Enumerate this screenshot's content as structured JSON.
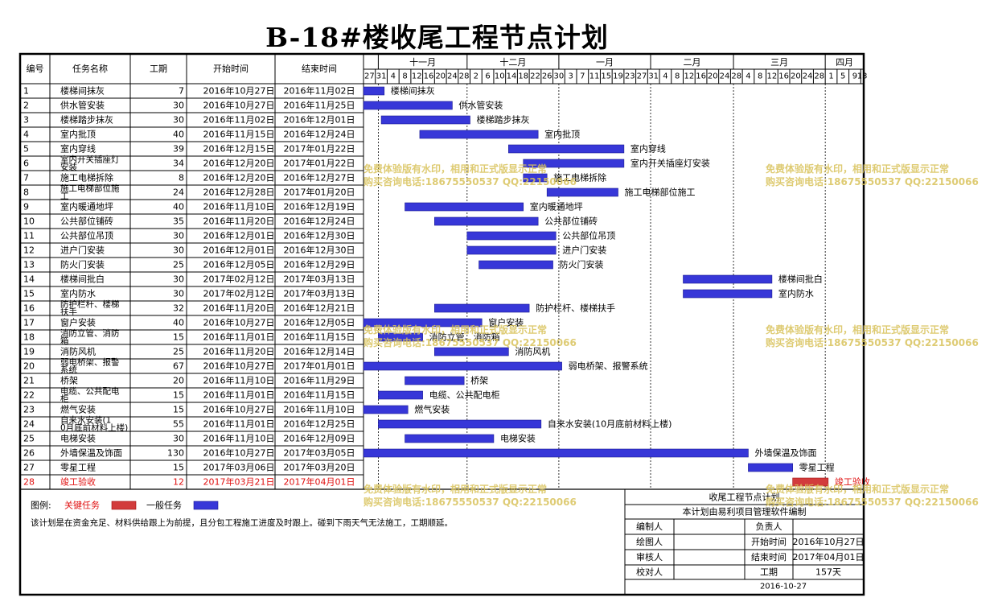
{
  "title": "B-18#楼收尾工程节点计划",
  "colors": {
    "normal_bar": "#3737d8",
    "critical_bar": "#d23c3c",
    "critical_text": "#e01010",
    "watermark": "#d8c25a"
  },
  "watermark": {
    "line1": "免费体验版有水印，相用和正式版显示正常",
    "line2": "购买咨询电话:18675550537 QQ:22150066"
  },
  "table": {
    "columns": [
      "编号",
      "任务名称",
      "工期",
      "开始时间",
      "结束时间"
    ]
  },
  "timeline": {
    "months": [
      "十一月",
      "十二月",
      "一月",
      "二月",
      "三月",
      "四月"
    ],
    "day_ticks": [
      "27",
      "31",
      "4",
      "8",
      "12",
      "16",
      "20",
      "24",
      "28",
      "2",
      "6",
      "10",
      "14",
      "18",
      "22",
      "26",
      "30",
      "3",
      "7",
      "11",
      "15",
      "19",
      "23",
      "27",
      "31",
      "4",
      "8",
      "12",
      "16",
      "20",
      "24",
      "28",
      "4",
      "8",
      "12",
      "16",
      "20",
      "24",
      "28",
      "1",
      "5",
      "9",
      "13"
    ]
  },
  "chart_data": {
    "type": "gantt",
    "title": "B-18#楼收尾工程节点计划",
    "x_range": [
      "2016-10-27",
      "2017-04-14"
    ],
    "tasks": [
      {
        "id": "1",
        "name": "楼梯间抹灰",
        "duration": 7,
        "start": "2016年10月27日",
        "end": "2016年11月02日",
        "label": "楼梯间抹灰",
        "critical": false
      },
      {
        "id": "2",
        "name": "供水管安装",
        "duration": 30,
        "start": "2016年10月27日",
        "end": "2016年11月25日",
        "label": "供水管安装",
        "critical": false
      },
      {
        "id": "3",
        "name": "楼梯踏步抹灰",
        "duration": 30,
        "start": "2016年11月02日",
        "end": "2016年12月01日",
        "label": "楼梯踏步抹灰",
        "critical": false
      },
      {
        "id": "4",
        "name": "室内批顶",
        "duration": 40,
        "start": "2016年11月15日",
        "end": "2016年12月24日",
        "label": "室内批顶",
        "critical": false
      },
      {
        "id": "5",
        "name": "室内穿线",
        "duration": 39,
        "start": "2016年12月15日",
        "end": "2017年01月22日",
        "label": "室内穿线",
        "critical": false
      },
      {
        "id": "6",
        "name": "室内开关插座灯安装",
        "duration": 34,
        "start": "2016年12月20日",
        "end": "2017年01月22日",
        "label": "室内开关插座灯安装",
        "critical": false
      },
      {
        "id": "7",
        "name": "施工电梯拆除",
        "duration": 8,
        "start": "2016年12月20日",
        "end": "2016年12月27日",
        "label": "施工电梯拆除",
        "critical": false
      },
      {
        "id": "8",
        "name": "施工电梯部位施工",
        "duration": 24,
        "start": "2016年12月28日",
        "end": "2017年01月20日",
        "label": "施工电梯部位施工",
        "critical": false
      },
      {
        "id": "9",
        "name": "室内暖通地坪",
        "duration": 40,
        "start": "2016年11月10日",
        "end": "2016年12月19日",
        "label": "室内暖通地坪",
        "critical": false
      },
      {
        "id": "10",
        "name": "公共部位铺砖",
        "duration": 35,
        "start": "2016年11月20日",
        "end": "2016年12月24日",
        "label": "公共部位铺砖",
        "critical": false
      },
      {
        "id": "11",
        "name": "公共部位吊顶",
        "duration": 30,
        "start": "2016年12月01日",
        "end": "2016年12月30日",
        "label": "公共部位吊顶",
        "critical": false
      },
      {
        "id": "12",
        "name": "进户门安装",
        "duration": 30,
        "start": "2016年12月01日",
        "end": "2016年12月30日",
        "label": "进户门安装",
        "critical": false
      },
      {
        "id": "13",
        "name": "防火门安装",
        "duration": 25,
        "start": "2016年12月05日",
        "end": "2016年12月29日",
        "label": "防火门安装",
        "critical": false
      },
      {
        "id": "14",
        "name": "楼梯间批白",
        "duration": 30,
        "start": "2017年02月12日",
        "end": "2017年03月13日",
        "label": "楼梯间批白",
        "critical": false
      },
      {
        "id": "15",
        "name": "室内防水",
        "duration": 30,
        "start": "2017年02月12日",
        "end": "2017年03月13日",
        "label": "室内防水",
        "critical": false
      },
      {
        "id": "16",
        "name": "防护栏杆、楼梯扶手",
        "duration": 32,
        "start": "2016年11月20日",
        "end": "2016年12月21日",
        "label": "防护栏杆、楼梯扶手",
        "critical": false
      },
      {
        "id": "17",
        "name": "窗户安装",
        "duration": 40,
        "start": "2016年10月27日",
        "end": "2016年12月05日",
        "label": "窗户安装",
        "critical": false
      },
      {
        "id": "18",
        "name": "消防立管、消防箱",
        "duration": 15,
        "start": "2016年11月01日",
        "end": "2016年11月15日",
        "label": "消防立管、消防箱",
        "critical": false
      },
      {
        "id": "19",
        "name": "消防风机",
        "duration": 25,
        "start": "2016年11月20日",
        "end": "2016年12月14日",
        "label": "消防风机",
        "critical": false
      },
      {
        "id": "20",
        "name": "弱电桥架、报警系统",
        "duration": 67,
        "start": "2016年10月27日",
        "end": "2017年01月01日",
        "label": "弱电桥架、报警系统",
        "critical": false
      },
      {
        "id": "21",
        "name": "桥架",
        "duration": 20,
        "start": "2016年11月10日",
        "end": "2016年11月29日",
        "label": "桥架",
        "critical": false
      },
      {
        "id": "22",
        "name": "电缆、公共配电柜",
        "duration": 15,
        "start": "2016年11月01日",
        "end": "2016年11月15日",
        "label": "电缆、公共配电柜",
        "critical": false
      },
      {
        "id": "23",
        "name": "燃气安装",
        "duration": 15,
        "start": "2016年10月27日",
        "end": "2016年11月10日",
        "label": "燃气安装",
        "critical": false
      },
      {
        "id": "24",
        "name": "自来水安装(10月底前材料上楼)",
        "duration": 55,
        "start": "2016年11月01日",
        "end": "2016年12月25日",
        "label": "自来水安装(10月底前材料上楼)",
        "critical": false
      },
      {
        "id": "25",
        "name": "电梯安装",
        "duration": 30,
        "start": "2016年11月10日",
        "end": "2016年12月09日",
        "label": "电梯安装",
        "critical": false
      },
      {
        "id": "26",
        "name": "外墙保温及饰面",
        "duration": 130,
        "start": "2016年10月27日",
        "end": "2017年03月05日",
        "label": "外墙保温及饰面",
        "critical": false
      },
      {
        "id": "27",
        "name": "零星工程",
        "duration": 15,
        "start": "2017年03月06日",
        "end": "2017年03月20日",
        "label": "零星工程",
        "critical": false
      },
      {
        "id": "28",
        "name": "竣工验收",
        "duration": 12,
        "start": "2017年03月21日",
        "end": "2017年04月01日",
        "label": "竣工验收",
        "critical": true
      }
    ]
  },
  "legend": {
    "label": "图例:",
    "critical": "关键任务",
    "normal": "一般任务",
    "note": "该计划是在资金充足、材料供给跟上为前提，且分包工程施工进度及时跟上。碰到下雨天气无法施工，工期顺延。"
  },
  "footer": {
    "title": "收尾工程节点计划",
    "subtitle": "本计划由易利项目管理软件编制",
    "editor_label": "编制人",
    "responsible_label": "负责人",
    "drawer_label": "绘图人",
    "start_label": "开始时间",
    "start_value": "2016年10月27日",
    "reviewer_label": "审核人",
    "end_label": "结束时间",
    "end_value": "2017年04月01日",
    "checker_label": "校对人",
    "duration_label": "工期",
    "duration_value": "157天",
    "date": "2016-10-27"
  }
}
